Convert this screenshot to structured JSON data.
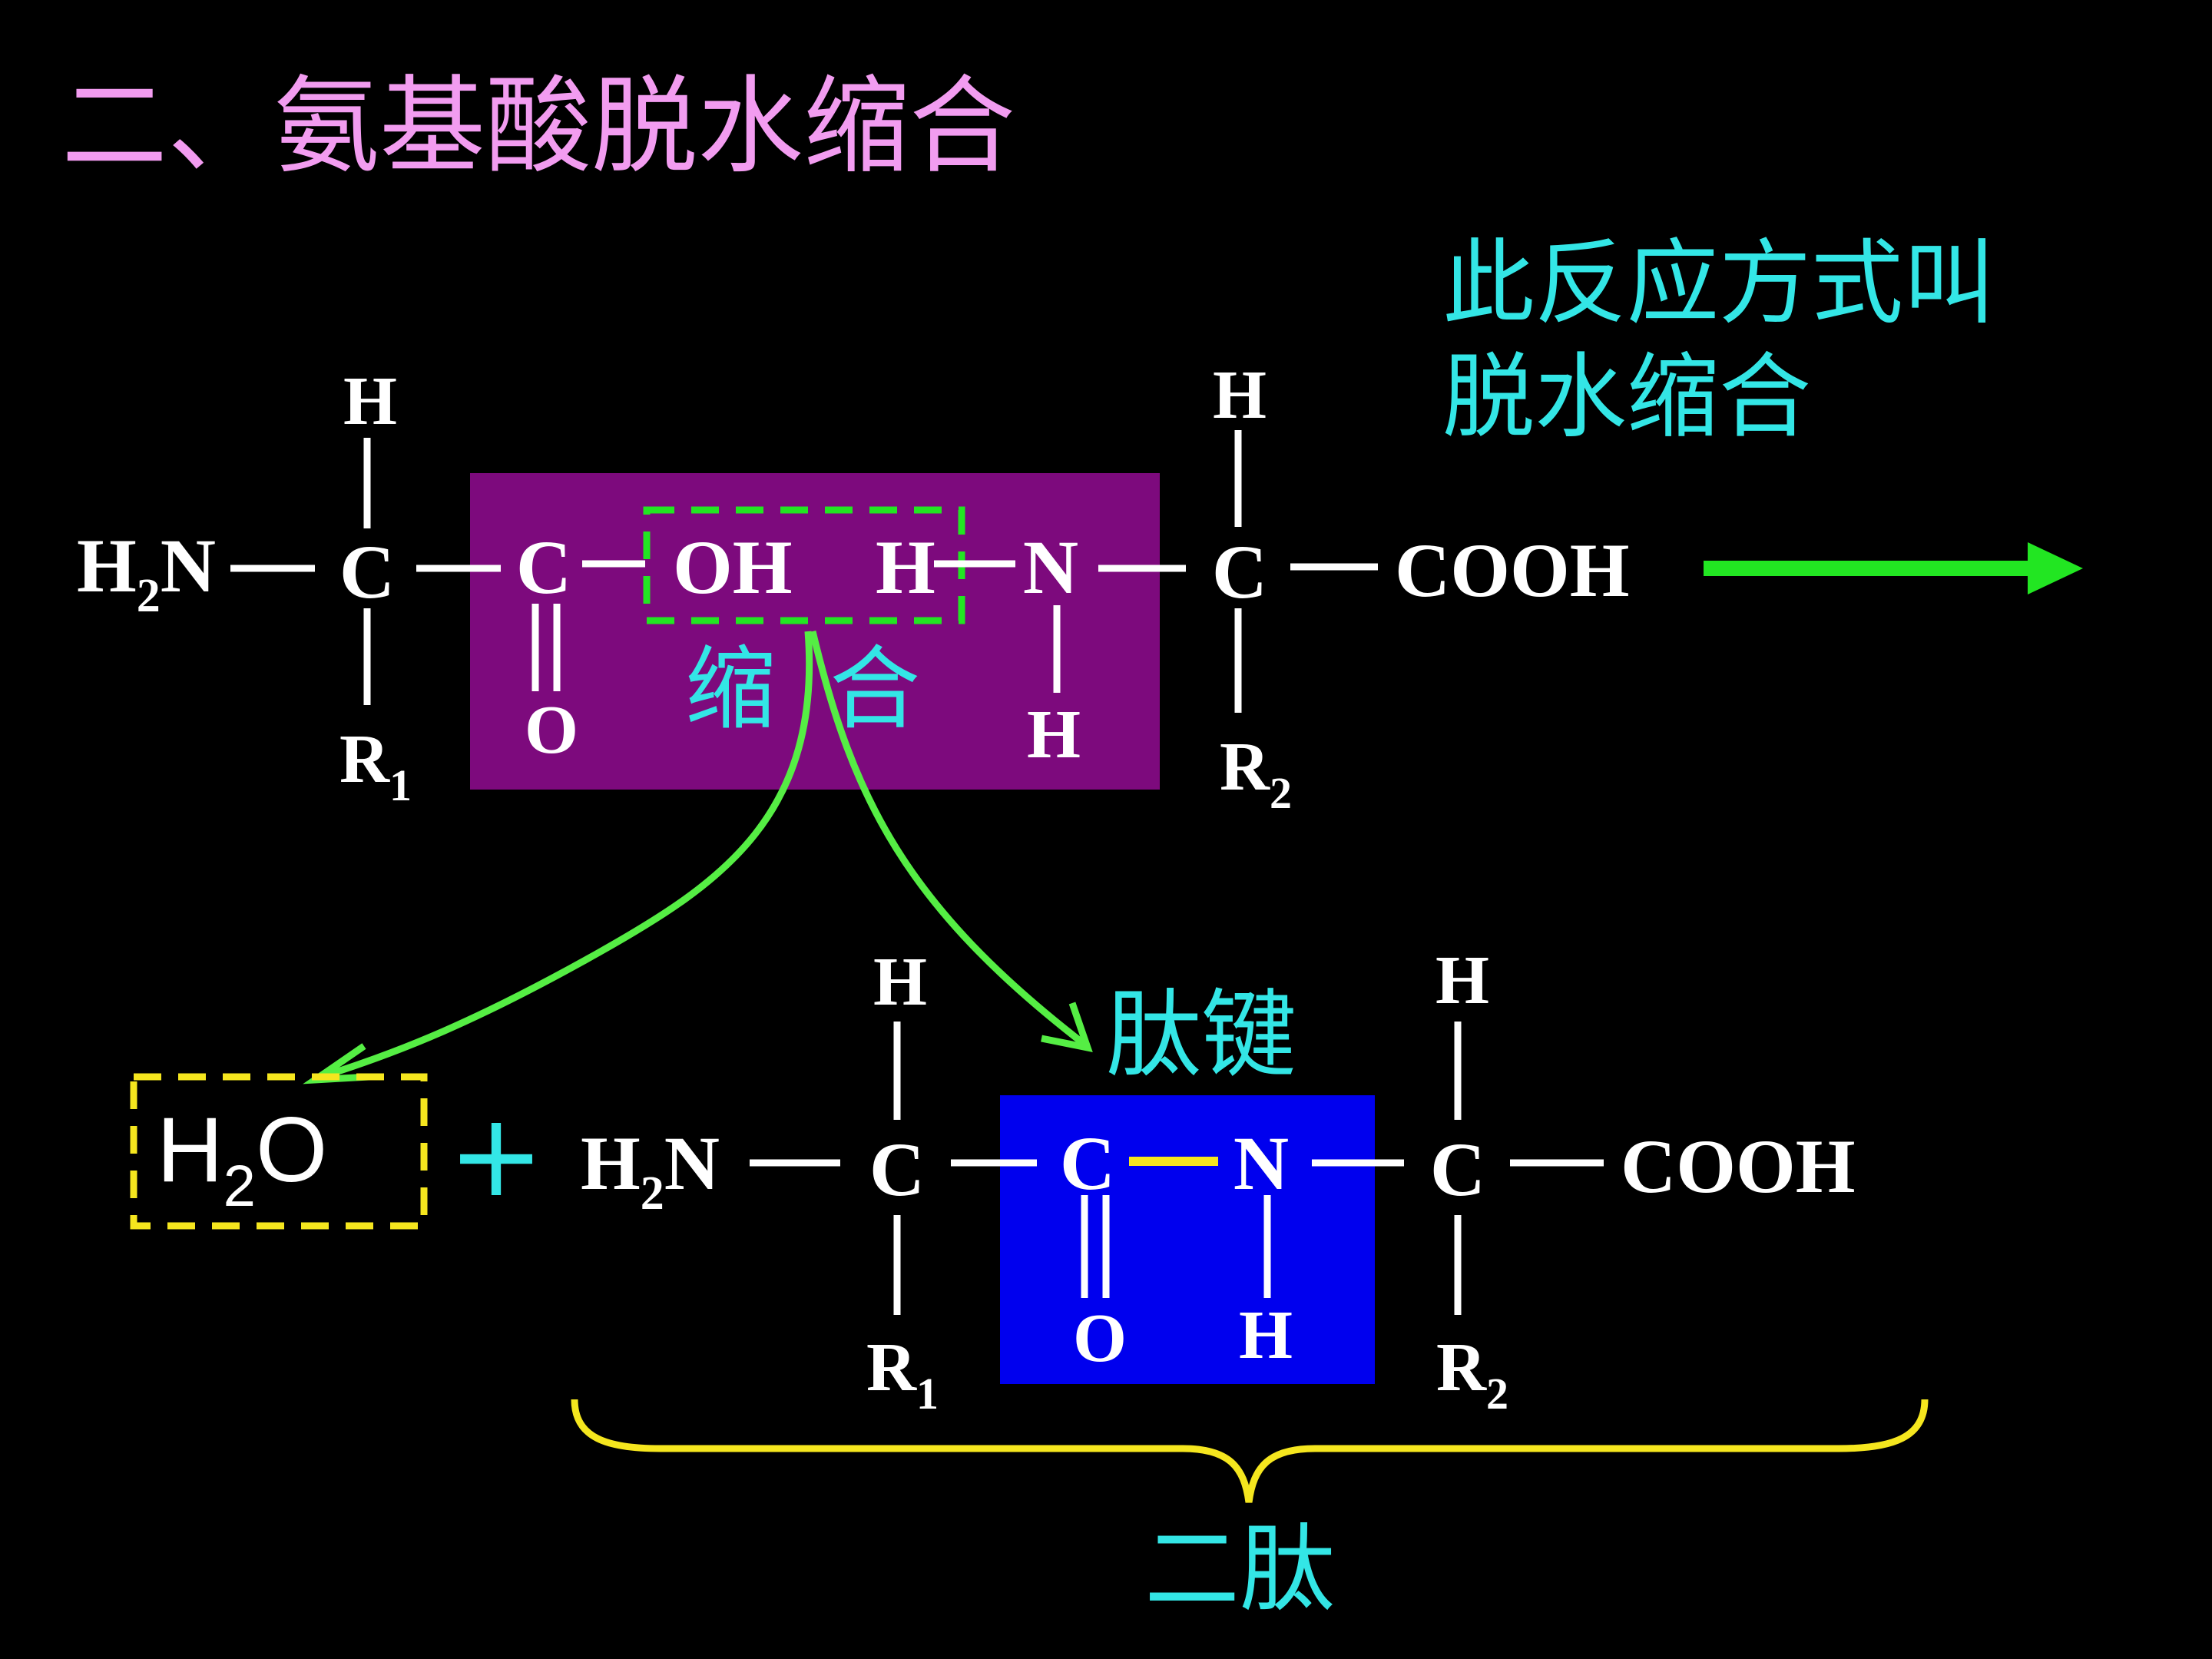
{
  "title": "二、氨基酸脱水缩合",
  "note_line1": "此反应方式叫",
  "note_line2": "脱水缩合",
  "condense_char1": "缩",
  "condense_char2": "合",
  "peptide_bond_label": "肽键",
  "dipeptide_label": "二肽",
  "plus": "+",
  "reactant": {
    "h2n": {
      "h": "H",
      "sub": "2",
      "n": "N"
    },
    "c1": "C",
    "c1_top": "H",
    "r1": {
      "r": "R",
      "sub": "1"
    },
    "c2": "C",
    "o": "O",
    "oh": "OH",
    "h": "H",
    "n": "N",
    "n_h": "H",
    "c3": "C",
    "c3_top": "H",
    "r2": {
      "r": "R",
      "sub": "2"
    },
    "cooh": "COOH"
  },
  "water": {
    "h": "H",
    "sub": "2",
    "o": "O"
  },
  "product": {
    "h2n": {
      "h": "H",
      "sub": "2",
      "n": "N"
    },
    "c1": "C",
    "c1_top": "H",
    "r1": {
      "r": "R",
      "sub": "1"
    },
    "c2": "C",
    "o": "O",
    "n": "N",
    "n_h": "H",
    "c3": "C",
    "c3_top": "H",
    "r2": {
      "r": "R",
      "sub": "2"
    },
    "cooh": "COOH"
  },
  "colors": {
    "background": "#000000",
    "title": "#f29cf0",
    "cyan_text": "#33e6e6",
    "purple_box": "#7d0a7d",
    "blue_box": "#0000ee",
    "green": "#22e622",
    "yellow": "#f5e61e"
  }
}
